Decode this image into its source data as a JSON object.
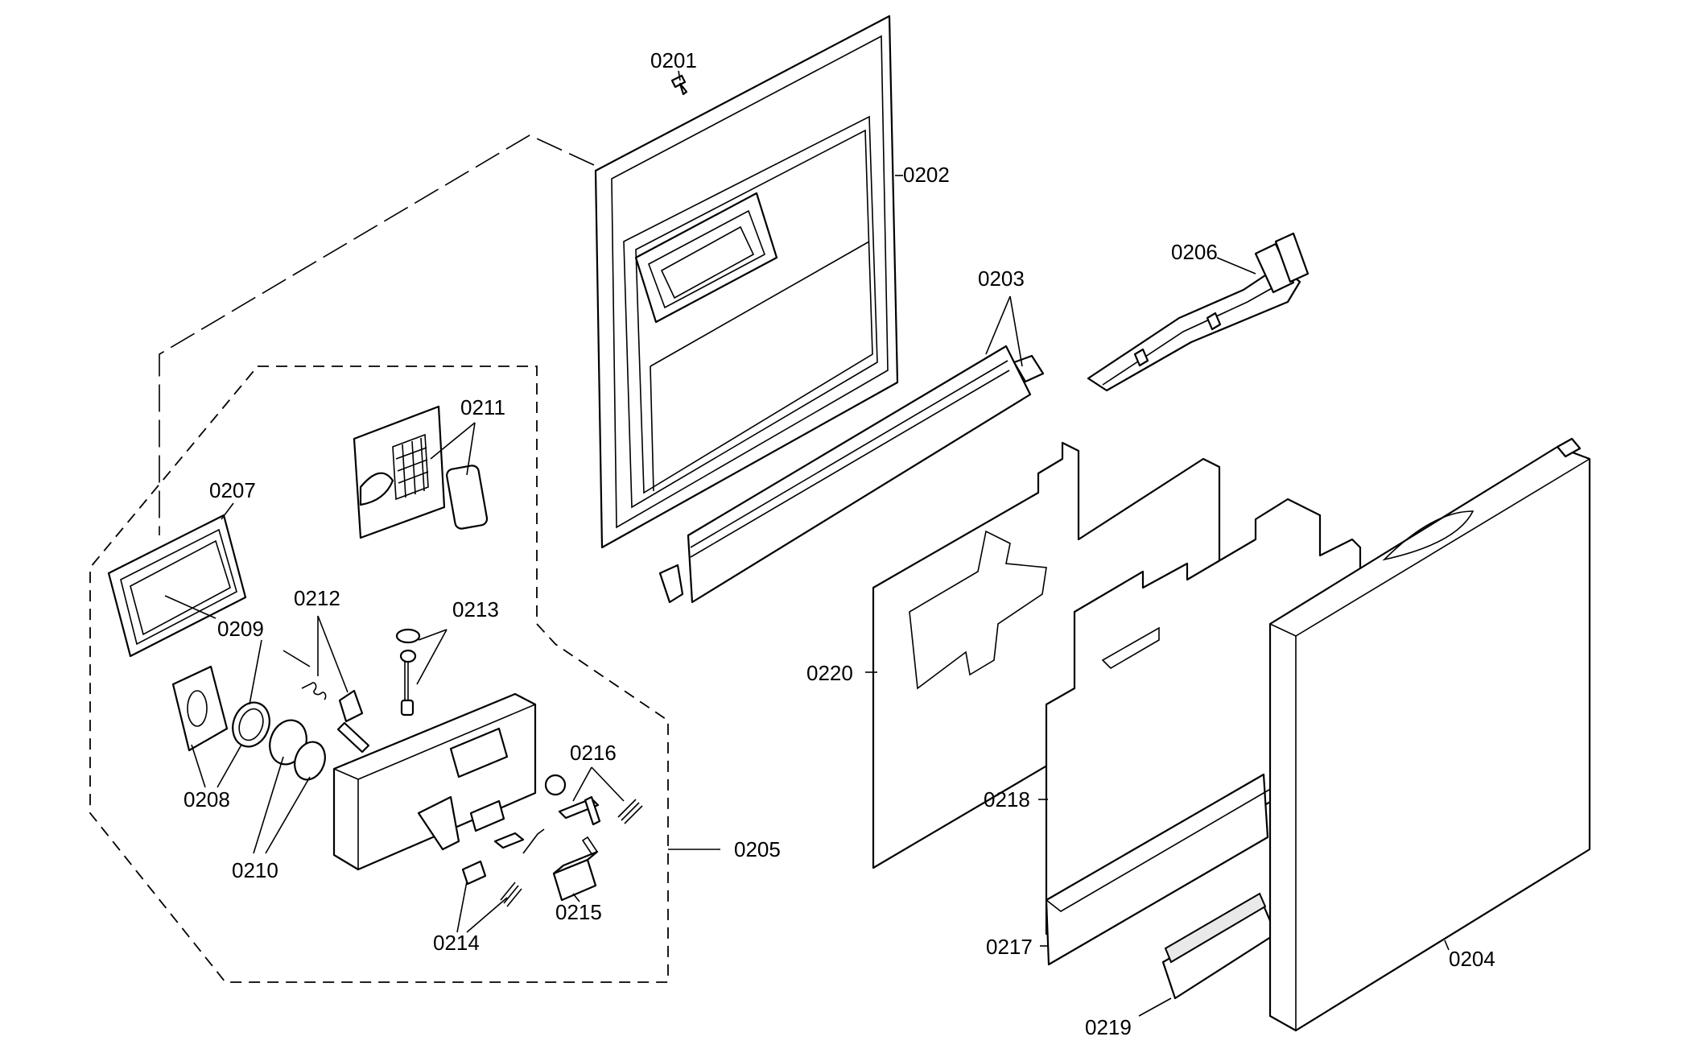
{
  "diagram": {
    "callouts": {
      "p0201": "0201",
      "p0202": "0202",
      "p0203": "0203",
      "p0204": "0204",
      "p0205": "0205",
      "p0206": "0206",
      "p0207": "0207",
      "p0208": "0208",
      "p0209": "0209",
      "p0210": "0210",
      "p0211": "0211",
      "p0212": "0212",
      "p0213": "0213",
      "p0214": "0214",
      "p0215": "0215",
      "p0216": "0216",
      "p0217": "0217",
      "p0218": "0218",
      "p0219": "0219",
      "p0220": "0220"
    }
  }
}
